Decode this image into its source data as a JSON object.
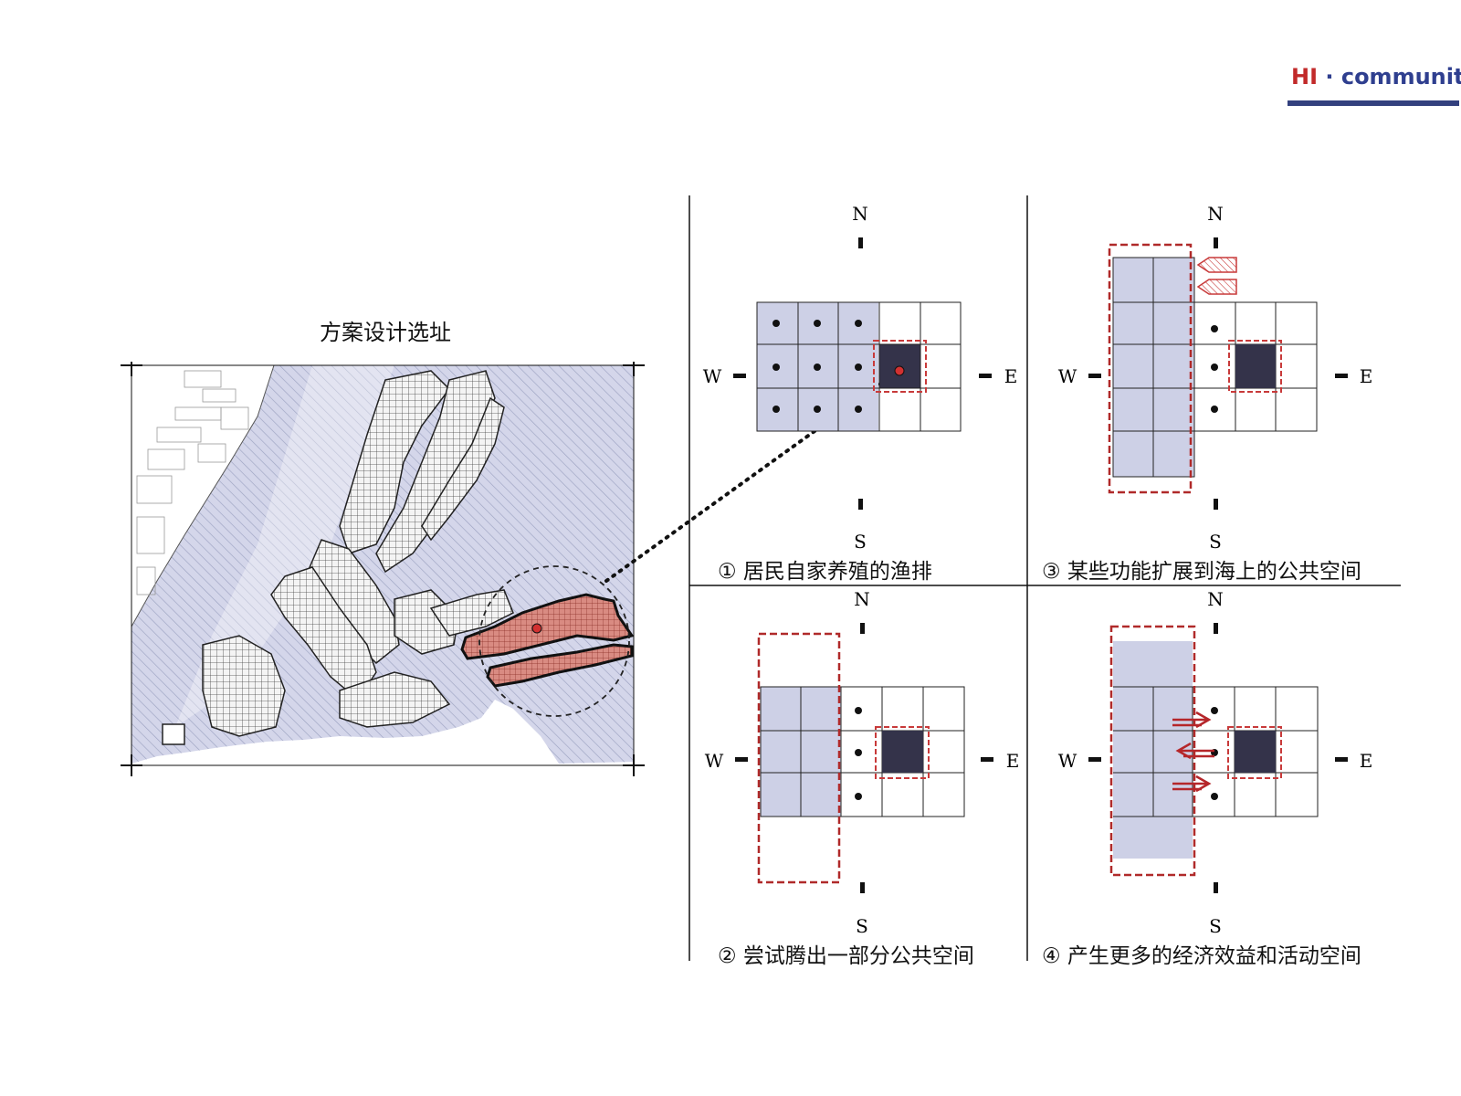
{
  "logo": {
    "text_hi": "HI",
    "text_rest": " · community"
  },
  "map": {
    "title": "方案设计选址"
  },
  "compass": {
    "n": "N",
    "s": "S",
    "w": "W",
    "e": "E"
  },
  "panels": [
    {
      "id": "p1",
      "caption": "① 居民自家养殖的渔排"
    },
    {
      "id": "p2",
      "caption": "② 尝试腾出一部分公共空间"
    },
    {
      "id": "p3",
      "caption": "③ 某些功能扩展到海上的公共空间"
    },
    {
      "id": "p4",
      "caption": "④ 产生更多的经济效益和活动空间"
    }
  ],
  "colors": {
    "lavender": "#cdd0e6",
    "dark_cell": "#34334a",
    "red_dash": "#c83a3a",
    "arrow_red": "#b5262a",
    "grid": "#222222",
    "building_red": "#d98b82"
  }
}
